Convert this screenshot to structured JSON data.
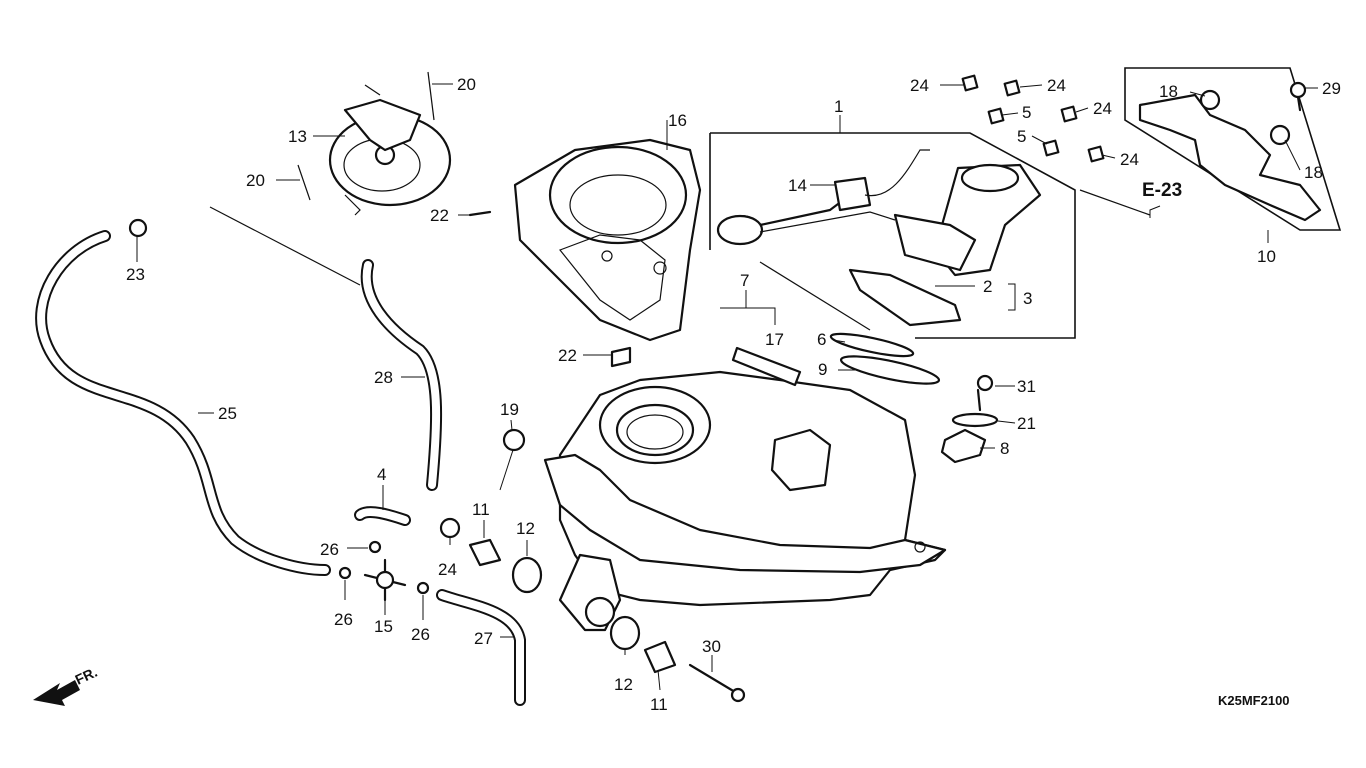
{
  "diagram": {
    "code": "K25MF2100",
    "direction_label": "FR.",
    "reference_label": "E-23",
    "callouts": {
      "c1": "1",
      "c2": "2",
      "c3": "3",
      "c4": "4",
      "c5a": "5",
      "c5b": "5",
      "c6": "6",
      "c7": "7",
      "c8": "8",
      "c9": "9",
      "c10": "10",
      "c11a": "11",
      "c11b": "11",
      "c12a": "12",
      "c12b": "12",
      "c13": "13",
      "c14": "14",
      "c15": "15",
      "c16": "16",
      "c17": "17",
      "c18a": "18",
      "c18b": "18",
      "c19": "19",
      "c20a": "20",
      "c20b": "20",
      "c21": "21",
      "c22a": "22",
      "c22b": "22",
      "c23": "23",
      "c24a": "24",
      "c24b": "24",
      "c24c": "24",
      "c24d": "24",
      "c24e": "24",
      "c25": "25",
      "c26a": "26",
      "c26b": "26",
      "c26c": "26",
      "c27": "27",
      "c28": "28",
      "c29": "29",
      "c30": "30",
      "c31": "31"
    }
  }
}
